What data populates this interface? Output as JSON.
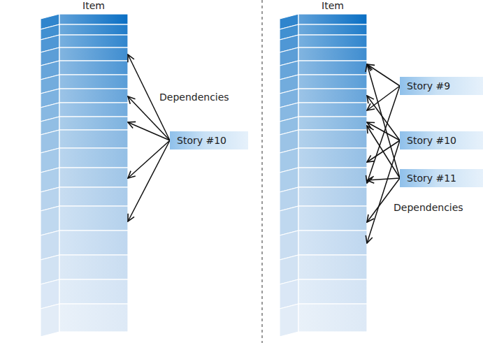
{
  "diagram": {
    "nodes": [
      {
        "text": [
          "Item"
        ]
      },
      {
        "text": [
          "Story #10"
        ]
      },
      {
        "text": [
          "Item"
        ]
      },
      {
        "text": [
          "Story #9"
        ]
      },
      {
        "text": [
          "Story #10"
        ]
      },
      {
        "text": [
          "Story #11"
        ]
      }
    ],
    "edges": [
      {
        "from": 1,
        "to": 0,
        "arrow": "to"
      },
      {
        "from": 1,
        "to": 0,
        "arrow": "to"
      },
      {
        "from": 1,
        "to": 0,
        "arrow": "to"
      },
      {
        "from": 1,
        "to": 0,
        "arrow": "to"
      },
      {
        "from": 1,
        "to": 0,
        "arrow": "to"
      },
      {
        "from": 3,
        "to": 2,
        "arrow": "to"
      },
      {
        "from": 3,
        "to": 2,
        "arrow": "to"
      },
      {
        "from": 3,
        "to": 2,
        "arrow": "to"
      },
      {
        "from": 4,
        "to": 2,
        "arrow": "to"
      },
      {
        "from": 4,
        "to": 2,
        "arrow": "to"
      },
      {
        "from": 4,
        "to": 2,
        "arrow": "to"
      },
      {
        "from": 4,
        "to": 2,
        "arrow": "to"
      },
      {
        "from": 5,
        "to": 2,
        "arrow": "to"
      },
      {
        "from": 5,
        "to": 2,
        "arrow": "to"
      },
      {
        "from": 5,
        "to": 2,
        "arrow": "to"
      },
      {
        "from": 5,
        "to": 2,
        "arrow": "to"
      }
    ],
    "labels": [
      "Dependencies",
      "Dependencies"
    ]
  }
}
